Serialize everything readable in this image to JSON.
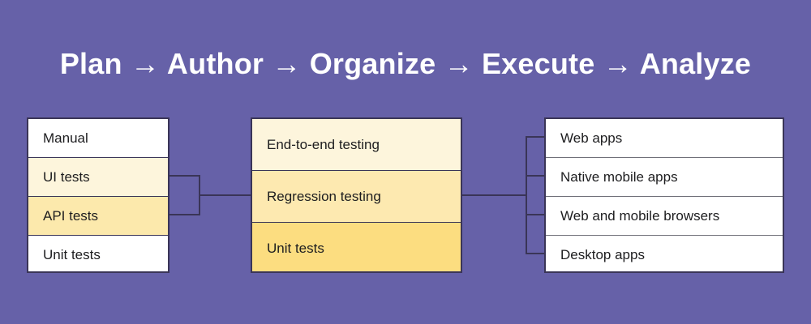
{
  "header": {
    "title": "Plan → Author → Organize → Execute → Analyze"
  },
  "colors": {
    "background": "#6661a8",
    "border": "#3a3557",
    "title_text": "#ffffff",
    "body_text": "#1d1d1f",
    "tint_lightest": "#fdf5dc",
    "tint_light": "#fce9ac",
    "tint_medium": "#fde9b0",
    "tint_strong": "#fcdd80",
    "plain": "#ffffff"
  },
  "columns": {
    "test_types": {
      "name": "test-types",
      "rows": [
        {
          "label": "Manual",
          "fill": "white"
        },
        {
          "label": "UI tests",
          "fill": "tint1"
        },
        {
          "label": "API tests",
          "fill": "tint2"
        },
        {
          "label": "Unit tests",
          "fill": "white"
        }
      ]
    },
    "test_levels": {
      "name": "test-levels",
      "rows": [
        {
          "label": "End-to-end testing",
          "fill": "tint1"
        },
        {
          "label": "Regression testing",
          "fill": "tint3"
        },
        {
          "label": "Unit tests",
          "fill": "tint4"
        }
      ]
    },
    "targets": {
      "name": "application-targets",
      "rows": [
        {
          "label": "Web apps",
          "fill": "white"
        },
        {
          "label": "Native mobile apps",
          "fill": "white"
        },
        {
          "label": "Web and mobile browsers",
          "fill": "white"
        },
        {
          "label": "Desktop apps",
          "fill": "white"
        }
      ]
    }
  }
}
